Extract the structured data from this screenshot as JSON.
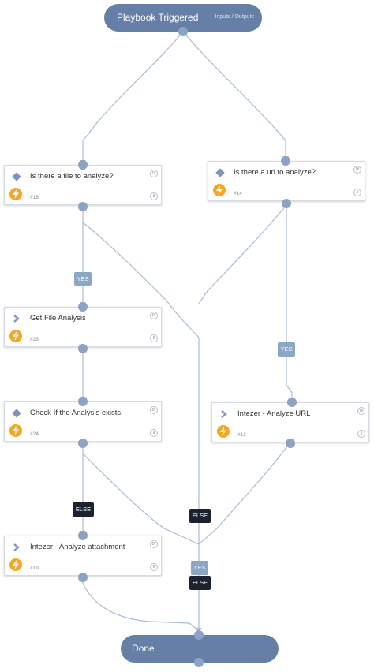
{
  "start": {
    "title": "Playbook Triggered",
    "io_label": "Inputs / Outputs"
  },
  "end": {
    "title": "Done"
  },
  "tasks": [
    {
      "label": "Is there a file to analyze?",
      "id": "#18",
      "kind": "condition"
    },
    {
      "label": "Is there a url to analyze?",
      "id": "#14",
      "kind": "condition"
    },
    {
      "label": "Get File Analysis",
      "id": "#23",
      "kind": "playbook"
    },
    {
      "label": "Check If the Analysis exists",
      "id": "#24",
      "kind": "condition"
    },
    {
      "label": "Intezer - Analyze URL",
      "id": "#13",
      "kind": "playbook"
    },
    {
      "label": "Intezer - Analyze attachment",
      "id": "#19",
      "kind": "playbook"
    }
  ],
  "labels": {
    "yes": "YES",
    "else": "ELSE",
    "debug": "DI",
    "pause": "II"
  },
  "icons": {
    "condition": "diamond-icon",
    "playbook": "chevron-right-icon",
    "automation": "lightning-bolt-icon",
    "debug": "debug-icon",
    "pause": "pause-icon"
  },
  "colors": {
    "pill": "#667fa6",
    "edge": "#a9bcd4",
    "connector": "#8da3c4",
    "yes_tag": "#8ca6c5",
    "else_tag": "#1b2230",
    "bolt": "#f5a623",
    "diamond": "#7d95bb"
  }
}
